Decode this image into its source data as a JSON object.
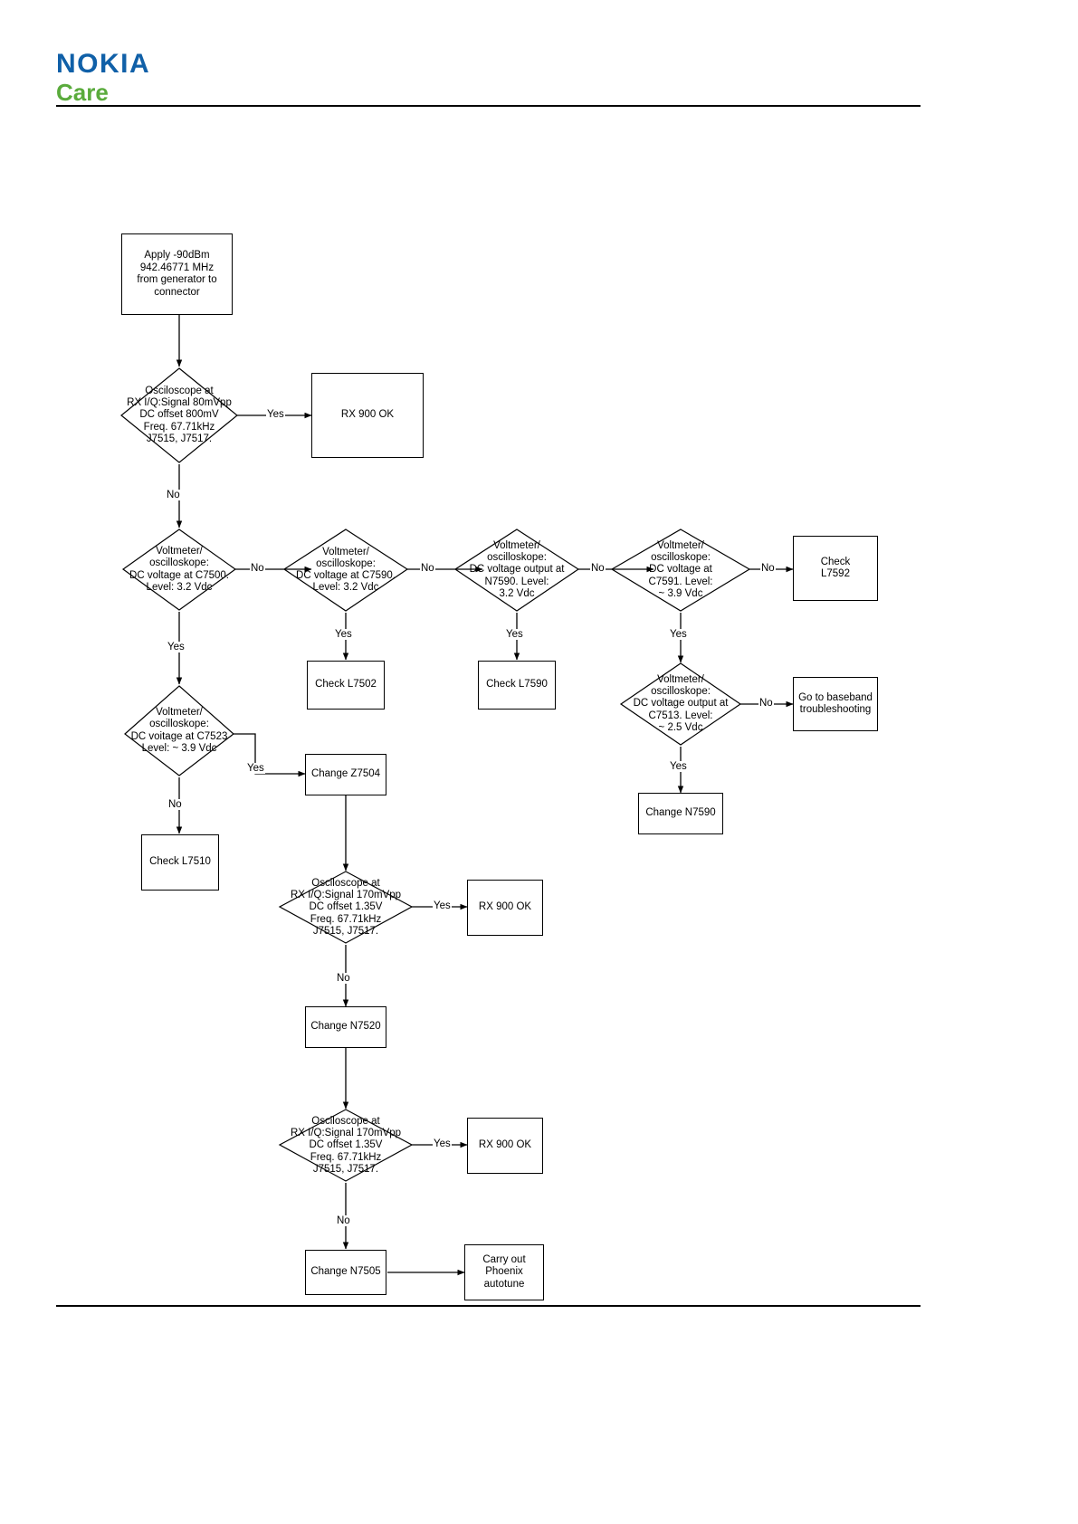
{
  "header": {
    "brand_primary": "NOKIA",
    "brand_secondary": "Care",
    "brand_color": "#1060a8",
    "brand_secondary_color": "#5aab3c"
  },
  "diagram": {
    "title": "RX 900 troubleshooting flowchart",
    "nodes": {
      "start": {
        "type": "process",
        "text": "Apply -90dBm\n942.46771 MHz\nfrom generator to\nconnector"
      },
      "d_scope1": {
        "type": "decision",
        "text": "Osciloscope at\nRX I/Q:Signal 80mVpp\nDC offset 800mV\nFreq. 67.71kHz\nJ7515, J7517."
      },
      "rx900ok_1": {
        "type": "process",
        "text": "RX 900 OK"
      },
      "d_c7500": {
        "type": "decision",
        "text": "Voltmeter/\noscilloskope:\nDC voltage at C7500.\nLevel: 3.2 Vdc"
      },
      "d_c7590": {
        "type": "decision",
        "text": "Voltmeter/\noscilloskope:\nDC voltage at C7590.\nLevel: 3.2 Vdc"
      },
      "d_n7590": {
        "type": "decision",
        "text": "Voltmeter/\noscilloskope:\nDC voltage output at\nN7590. Level:\n3.2 Vdc"
      },
      "d_c7591": {
        "type": "decision",
        "text": "Voltmeter/\noscilloskope:\nDC voltage at\nC7591. Level:\n~ 3.9 Vdc"
      },
      "check_l7592": {
        "type": "process",
        "text": "Check\nL7592"
      },
      "check_l7502": {
        "type": "process",
        "text": "Check L7502"
      },
      "check_l7590": {
        "type": "process",
        "text": "Check L7590"
      },
      "d_c7513": {
        "type": "decision",
        "text": "Voltmeter/\noscilloskope:\nDC voltage output at\nC7513. Level:\n~ 2.5 Vdc"
      },
      "goto_baseband": {
        "type": "process",
        "text": "Go to baseband\ntroubleshooting"
      },
      "change_n7590": {
        "type": "process",
        "text": "Change N7590"
      },
      "d_c7523": {
        "type": "decision",
        "text": "Voltmeter/\noscilloskope:\nDC voitage at C7523\nLevel: ~ 3.9 Vdc"
      },
      "change_z7504": {
        "type": "process",
        "text": "Change Z7504"
      },
      "check_l7510": {
        "type": "process",
        "text": "Check L7510"
      },
      "d_scope2": {
        "type": "decision",
        "text": "Osciloscope at\nRX I/Q:Signal 170mVpp\nDC offset 1.35V\nFreq. 67.71kHz\nJ7515, J7517."
      },
      "rx900ok_2": {
        "type": "process",
        "text": "RX 900 OK"
      },
      "change_n7520": {
        "type": "process",
        "text": "Change N7520"
      },
      "d_scope3": {
        "type": "decision",
        "text": "Osciloscope at\nRX I/Q:Signal 170mVpp\nDC offset 1.35V\nFreq. 67.71kHz\nJ7515, J7517."
      },
      "rx900ok_3": {
        "type": "process",
        "text": "RX 900 OK"
      },
      "change_n7505": {
        "type": "process",
        "text": "Change N7505"
      },
      "carry_out_autotune": {
        "type": "process",
        "text": "Carry out\nPhoenix\nautotune"
      }
    },
    "edge_labels": {
      "scope1_yes": "Yes",
      "scope1_no": "No",
      "c7500_no": "No",
      "c7500_yes": "Yes",
      "c7590_no": "No",
      "c7590_yes": "Yes",
      "n7590_no": "No",
      "n7590_yes": "Yes",
      "c7591_no": "No",
      "c7591_yes": "Yes",
      "c7513_no": "No",
      "c7513_yes": "Yes",
      "c7523_yes": "Yes",
      "c7523_no": "No",
      "scope2_yes": "Yes",
      "scope2_no": "No",
      "scope3_yes": "Yes",
      "scope3_no": "No"
    }
  }
}
